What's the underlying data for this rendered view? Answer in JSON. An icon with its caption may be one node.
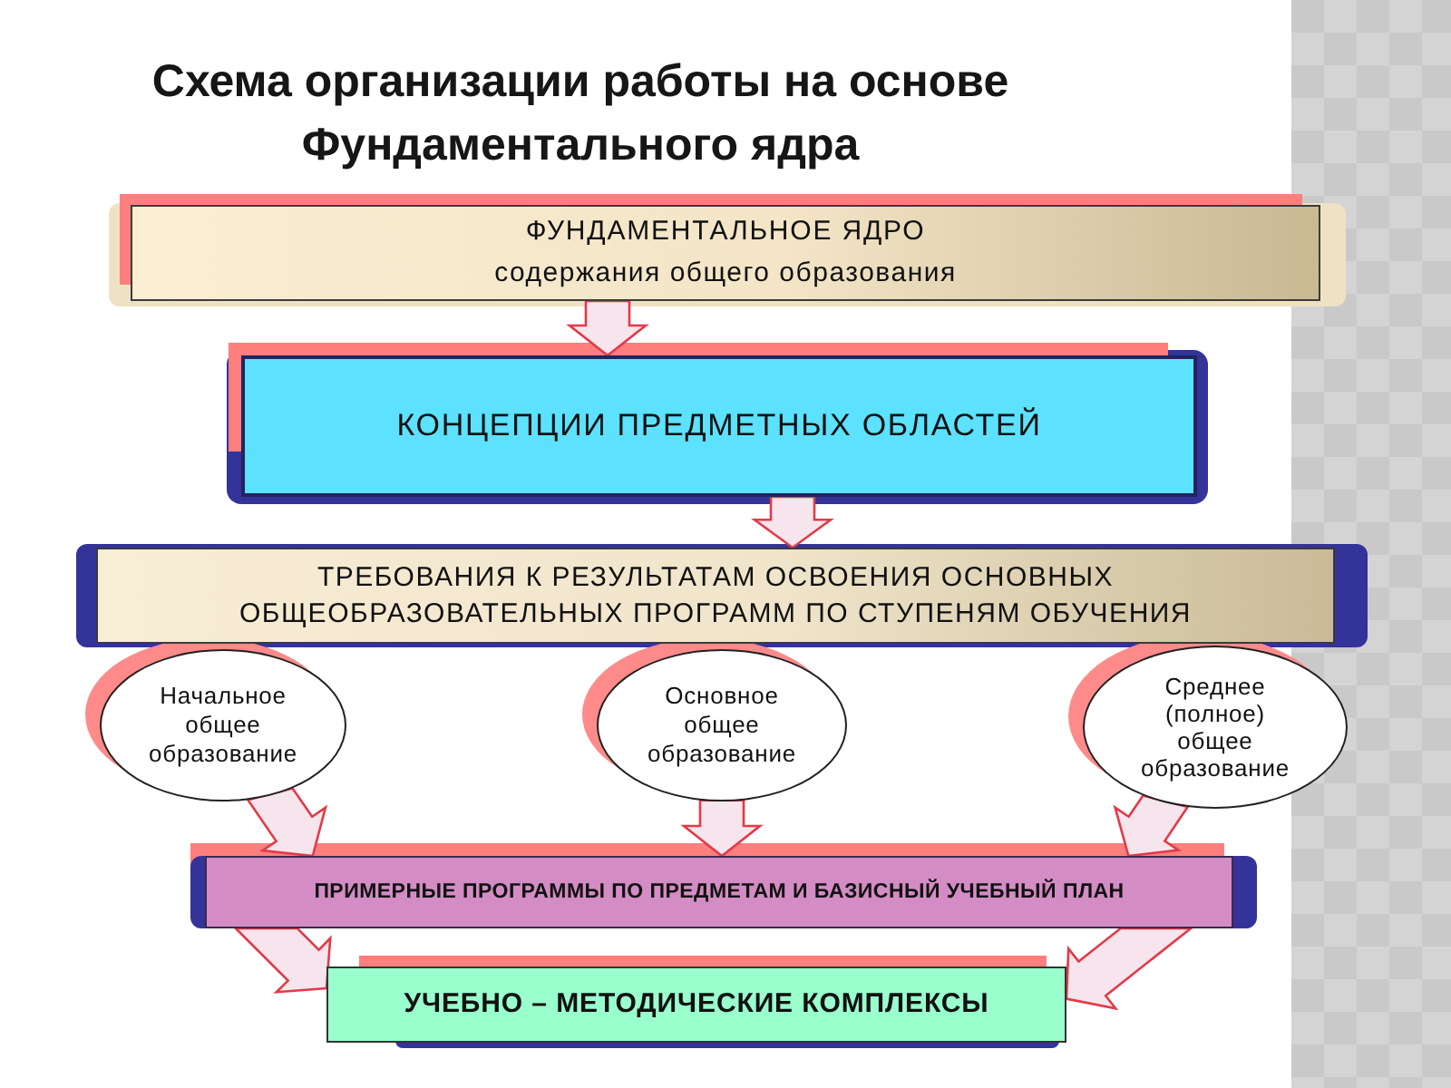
{
  "diagram": {
    "title": "Схема организации работы на основе Фундаментального ядра",
    "nodes": [
      {
        "text": [
          "ФУНДАМЕНТАЛЬНОЕ ЯДРО",
          "содержания общего образования"
        ]
      },
      {
        "text": [
          "КОНЦЕПЦИИ ПРЕДМЕТНЫХ ОБЛАСТЕЙ"
        ]
      },
      {
        "text": [
          "ТРЕБОВАНИЯ К РЕЗУЛЬТАТАМ ОСВОЕНИЯ ОСНОВНЫХ ОБЩЕОБРАЗОВАТЕЛЬНЫХ ПРОГРАММ ПО СТУПЕНЯМ ОБУЧЕНИЯ"
        ]
      },
      {
        "text": [
          "Начальное общее образование"
        ]
      },
      {
        "text": [
          "Основное общее образование"
        ]
      },
      {
        "text": [
          "Среднее (полное) общее образование"
        ]
      },
      {
        "text": [
          "ПРИМЕРНЫЕ ПРОГРАММЫ ПО ПРЕДМЕТАМ И БАЗИСНЫЙ УЧЕБНЫЙ ПЛАН"
        ]
      },
      {
        "text": [
          "УЧЕБНО – МЕТОДИЧЕСКИЕ КОМПЛЕКСЫ"
        ]
      }
    ],
    "edges": [
      {
        "from": 0,
        "to": 1,
        "arrow": "to"
      },
      {
        "from": 1,
        "to": 2,
        "arrow": "to"
      },
      {
        "from": 3,
        "to": 6,
        "arrow": "to"
      },
      {
        "from": 4,
        "to": 6,
        "arrow": "to"
      },
      {
        "from": 5,
        "to": 6,
        "arrow": "to"
      },
      {
        "from": 6,
        "to": 7,
        "arrow": "to"
      },
      {
        "from": 6,
        "to": 7,
        "arrow": "to"
      }
    ]
  }
}
